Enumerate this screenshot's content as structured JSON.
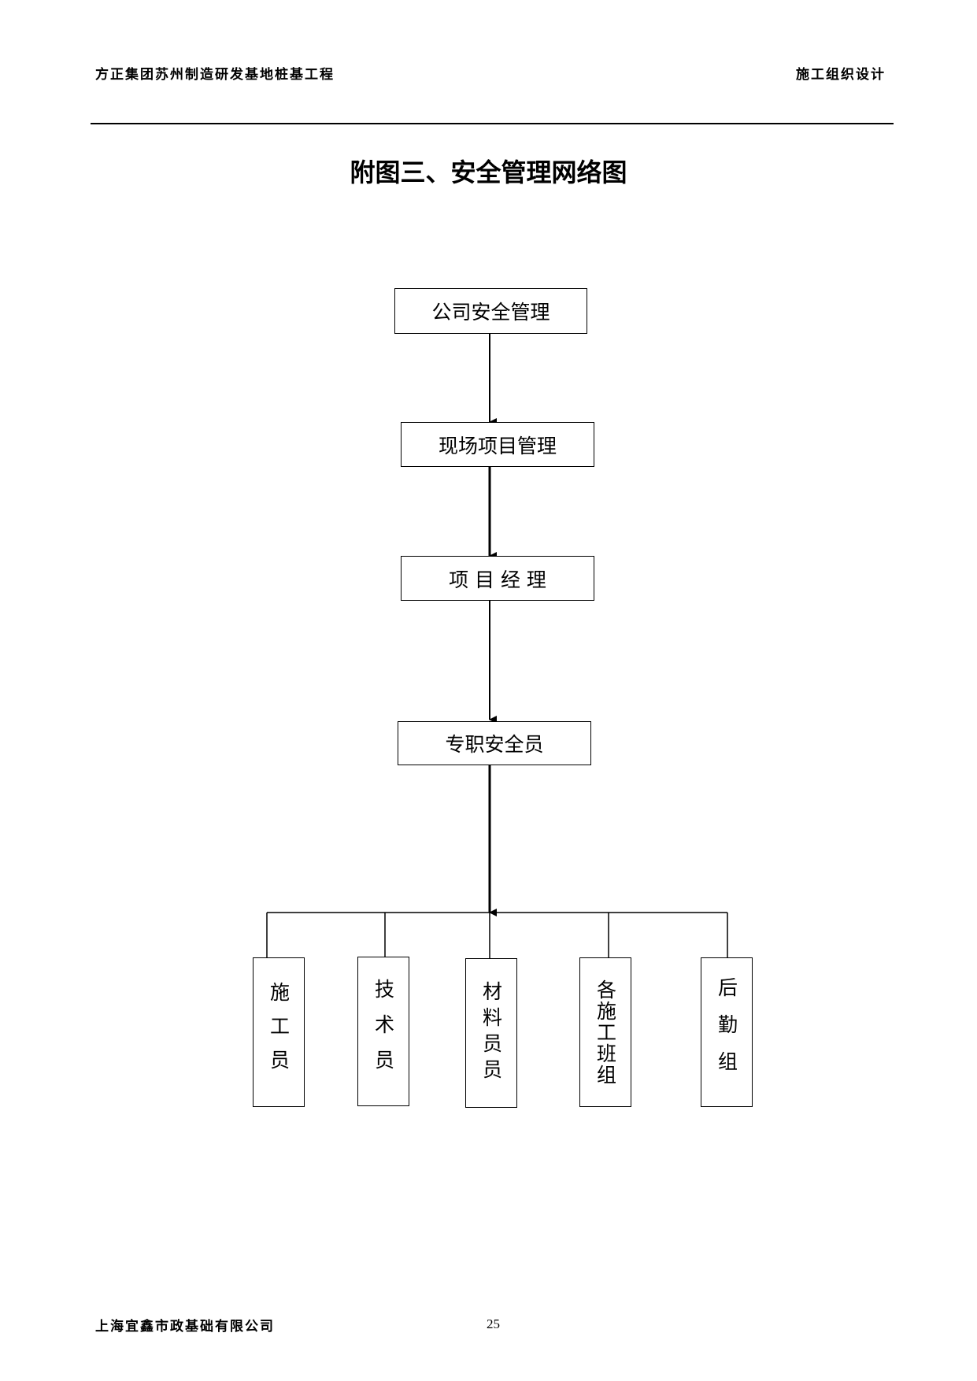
{
  "header": {
    "left": "方正集团苏州制造研发基地桩基工程",
    "right": "施工组织设计"
  },
  "title": "附图三、安全管理网络图",
  "nodes": {
    "company": "公司安全管理",
    "site": "现场项目管理",
    "pm": "项 目 经 理",
    "safety": "专职安全员",
    "construction": "施工员",
    "technical": "技术员",
    "material": "材料员员",
    "teams": "各施工班组",
    "logistics": "后勤组"
  },
  "footer": {
    "company": "上海宜鑫市政基础有限公司",
    "page": "25"
  }
}
